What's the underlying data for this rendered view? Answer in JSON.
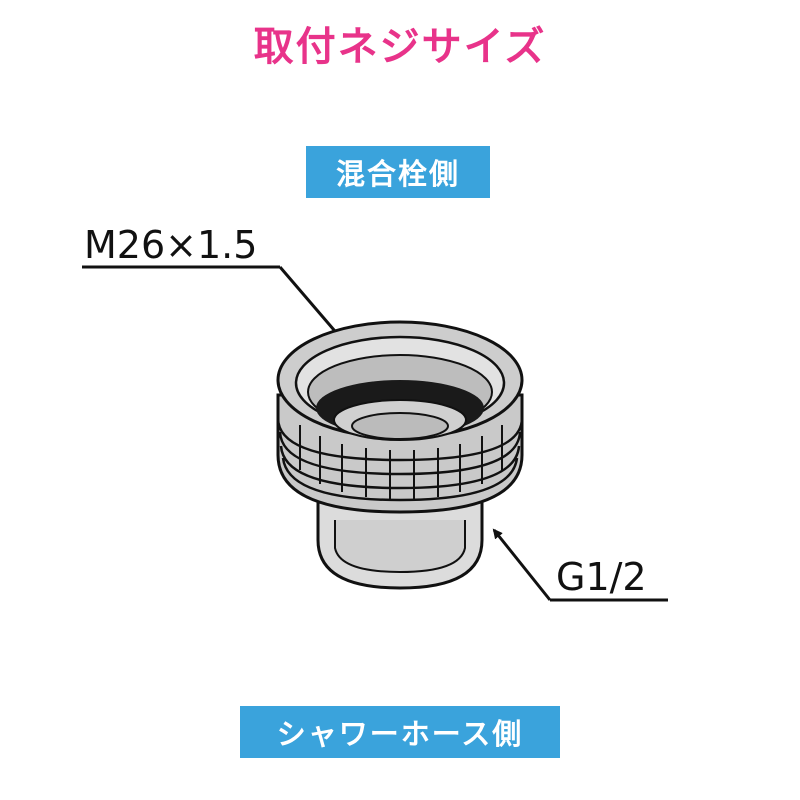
{
  "title": "取付ネジサイズ",
  "top_side_label": "混合栓側",
  "bottom_side_label": "シャワーホース側",
  "callouts": {
    "top_thread": "M26×1.5",
    "bottom_thread": "G1/2"
  },
  "colors": {
    "title": "#e8338a",
    "label_bg": "#3aa3dc",
    "line": "#111111"
  },
  "icons": {
    "part": "faucet-adapter-icon"
  }
}
